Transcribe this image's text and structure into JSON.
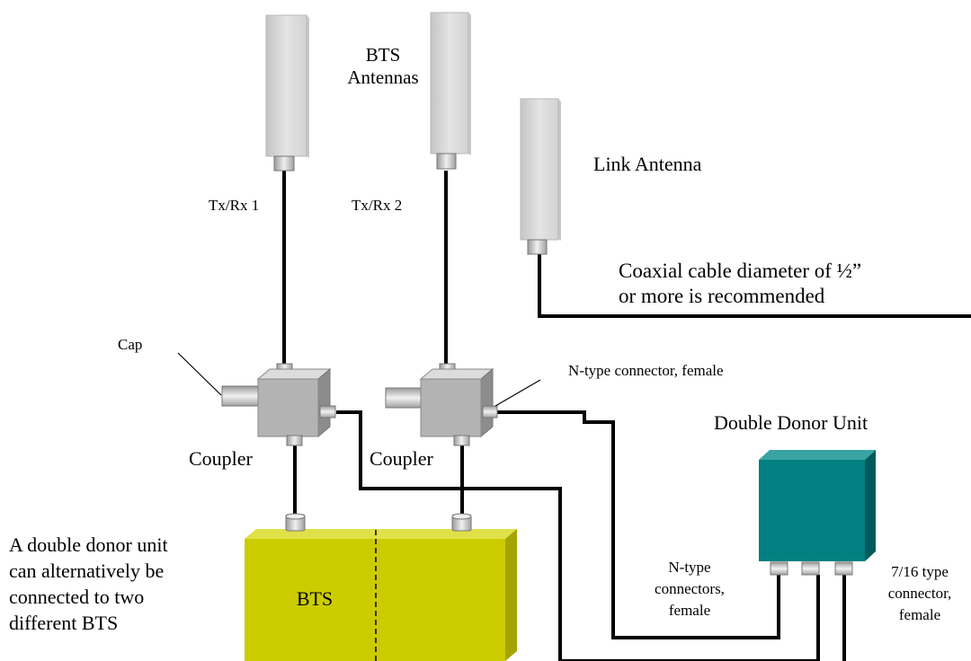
{
  "labels": {
    "bts_antennas": [
      "BTS",
      "Antennas"
    ],
    "link_antenna": "Link Antenna",
    "txrx1": "Tx/Rx 1",
    "txrx2": "Tx/Rx 2",
    "coax_note": [
      "Coaxial cable diameter of ½”",
      "or more is recommended"
    ],
    "cap": "Cap",
    "n_type_connector": "N-type connector, female",
    "double_donor_unit": "Double Donor Unit",
    "coupler_1": "Coupler",
    "coupler_2": "Coupler",
    "alt_note": [
      "A double donor unit",
      "can alternatively be",
      "connected to two",
      "different BTS"
    ],
    "bts": "BTS",
    "n_type_connectors": [
      "N-type",
      "connectors,",
      "female"
    ],
    "type_716_connector": [
      "7/16 type",
      "connector,",
      "female"
    ]
  },
  "colors": {
    "antenna": "#d9d9d9",
    "antenna_shade": "#b3b3b3",
    "coupler": "#b0b0b0",
    "bts_front": "#cccc00",
    "bts_top": "#e5e533",
    "bts_side": "#a8a800",
    "donor_front": "#008080",
    "donor_top": "#33a3a3",
    "donor_side": "#005f5f",
    "cable": "#000000"
  },
  "icons": {
    "bts_antenna_1": "panel-antenna-icon",
    "bts_antenna_2": "panel-antenna-icon",
    "link_antenna": "panel-antenna-icon",
    "coupler_1": "rf-coupler-icon",
    "coupler_2": "rf-coupler-icon",
    "bts": "base-station-box-icon",
    "double_donor_unit": "repeater-box-icon"
  }
}
